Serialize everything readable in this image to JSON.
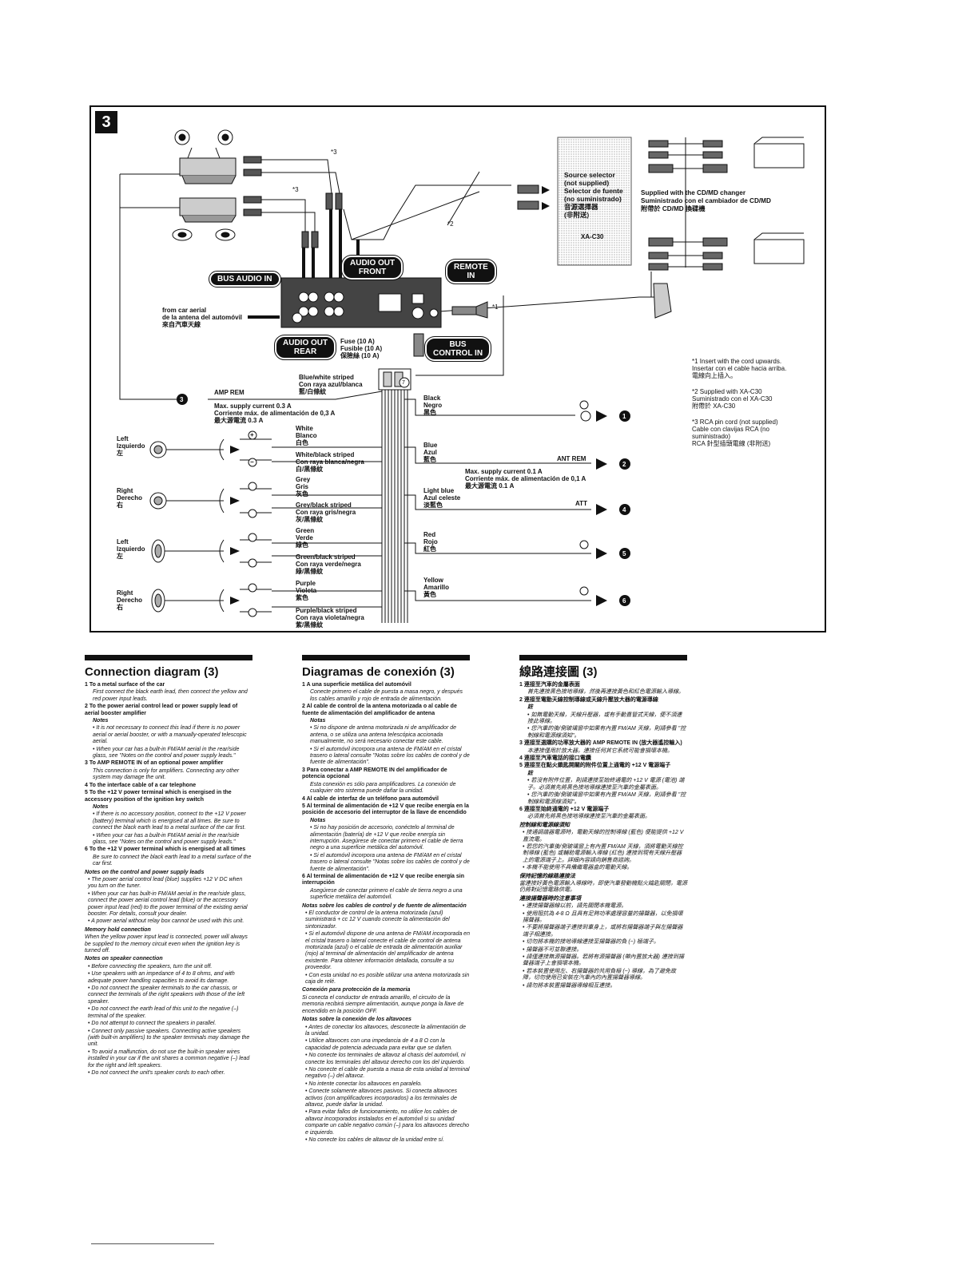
{
  "section": {
    "number": "3"
  },
  "diagram": {
    "pills": {
      "bus_audio_in": "BUS AUDIO IN",
      "audio_out_front": "AUDIO OUT\nFRONT",
      "remote_in": "REMOTE\nIN",
      "audio_out_rear": "AUDIO OUT\nREAR",
      "bus_control_in": "BUS\nCONTROL IN"
    },
    "aerial": "from car aerial\nde la antena del automóvil\n來自汽車天線",
    "fuse": "Fuse (10 A)\nFusible (10 A)\n保險絲 (10 A)",
    "source_selector": "Source selector\n(not supplied)\nSelector de fuente\n(no suministrado)\n音源選擇器\n(非附送)",
    "xa_c30": "XA-C30",
    "changer": "Supplied with the CD/MD changer\nSuministrado con el cambiador de CD/MD\n附帶於 CD/MD 換碟機",
    "marks": {
      "m1": "*1",
      "m2": "*2",
      "m3a": "*3",
      "m3b": "*3",
      "m7": "7"
    },
    "footnotes": [
      "*1 Insert with the cord upwards.\nInsertar con el cable hacia arriba.\n電線向上插入。",
      "*2 Supplied with XA-C30\nSuministrado con el XA-C30\n附帶於 XA-C30",
      "*3 RCA pin cord (not supplied)\nCable con clavijas RCA (no\nsuministrado)\nRCA 針型插頭電線 (非附送)"
    ],
    "amp_wire": "Blue/white striped\nCon raya azul/blanca\n藍/白條紋",
    "amp_rem": "AMP REM",
    "amp_supply": "Max. supply current 0.3 A\nCorriente máx. de alimentación de 0,3 A\n最大源電流 0.3 A",
    "speakers": [
      "Left\nIzquierdo\n左",
      "Right\nDerecho\n右",
      "Left\nIzquierdo\n左",
      "Right\nDerecho\n右"
    ],
    "speaker_wires": [
      "White\nBlanco\n白色",
      "White/black striped\nCon raya blanca/negra\n白/黑條紋",
      "Grey\nGris\n灰色",
      "Grey/black striped\nCon raya gris/negra\n灰/黑條紋",
      "Green\nVerde\n綠色",
      "Green/black striped\nCon raya verde/negra\n綠/黑條紋",
      "Purple\nVioleta\n紫色",
      "Purple/black striped\nCon raya violeta/negra\n紫/黑條紋"
    ],
    "plus": "+",
    "minus": "−",
    "right_wires": [
      "Black\nNegro\n黑色",
      "Blue\nAzul\n藍色",
      "Light blue\nAzul celeste\n淡藍色",
      "Red\nRojo\n紅色",
      "Yellow\nAmarillo\n黃色"
    ],
    "ant_rem": "ANT REM",
    "ant_supply": "Max. supply current 0.1 A\nCorriente máx. de alimentación de 0,1 A\n最大源電流 0.1 A",
    "att": "ATT",
    "circled": [
      "1",
      "2",
      "3",
      "4",
      "5",
      "6"
    ]
  },
  "english": {
    "title": "Connection diagram (3)",
    "lines": [
      {
        "k": "head",
        "t": "1 To a metal surface of the car"
      },
      {
        "k": "sub",
        "t": "First connect the black earth lead, then connect the yellow and red power input leads."
      },
      {
        "k": "head",
        "t": "2 To the power aerial control lead or power supply lead of aerial booster amplifier"
      },
      {
        "k": "note",
        "t": "Notes"
      },
      {
        "k": "sub",
        "t": "• It is not necessary to connect this lead if there is no power aerial or aerial booster, or with a manually-operated telescopic aerial."
      },
      {
        "k": "sub",
        "t": "• When your car has a built-in FM/AM aerial in the rear/side glass, see \"Notes on the control and power supply leads.\""
      },
      {
        "k": "head",
        "t": "3 To AMP REMOTE IN of an optional power amplifier"
      },
      {
        "k": "sub",
        "t": "This connection is only for amplifiers. Connecting any other system may damage the unit."
      },
      {
        "k": "head",
        "t": "4 To the interface cable of a car telephone"
      },
      {
        "k": "head",
        "t": "5 To the +12 V power terminal which is energised in the accessory position of the ignition key switch"
      },
      {
        "k": "note",
        "t": "Notes"
      },
      {
        "k": "sub",
        "t": "• If there is no accessory position, connect to the +12 V power (battery) terminal which is energised at all times. Be sure to connect the black earth lead to a metal surface of the car first."
      },
      {
        "k": "sub",
        "t": "• When your car has a built-in FM/AM aerial in the rear/side glass, see \"Notes on the control and power supply leads.\""
      },
      {
        "k": "head",
        "t": "6 To the +12 V power terminal which is energised at all times"
      },
      {
        "k": "sub",
        "t": "Be sure to connect the black earth lead to a metal surface of the car first."
      },
      {
        "k": "sec",
        "t": "Notes on the control and power supply leads"
      },
      {
        "k": "bul",
        "t": "• The power aerial control lead (blue) supplies +12 V DC when you turn on the tuner."
      },
      {
        "k": "bul",
        "t": "• When your car has built-in FM/AM aerial in the rear/side glass, connect the power aerial control lead (blue) or the accessory power input lead (red) to the power terminal of the existing aerial booster. For details, consult your dealer."
      },
      {
        "k": "bul",
        "t": "• A power aerial without relay box cannot be used with this unit."
      },
      {
        "k": "sec",
        "t": "Memory hold connection"
      },
      {
        "k": "txt",
        "t": "When the yellow power input lead is connected, power will always be supplied to the memory circuit even when the ignition key is turned off."
      },
      {
        "k": "sec",
        "t": "Notes on speaker connection"
      },
      {
        "k": "bul",
        "t": "• Before connecting the speakers, turn the unit off."
      },
      {
        "k": "bul",
        "t": "• Use speakers with an impedance of 4 to 8 ohms, and with adequate power handling capacities to avoid its damage."
      },
      {
        "k": "bul",
        "t": "• Do not connect the speaker terminals to the car chassis, or connect the terminals of the right speakers with those of the left speaker."
      },
      {
        "k": "bul",
        "t": "• Do not connect the earth lead of this unit to the negative (–) terminal of the speaker."
      },
      {
        "k": "bul",
        "t": "• Do not attempt to connect the speakers in parallel."
      },
      {
        "k": "bul",
        "t": "• Connect only passive speakers. Connecting active speakers (with built-in amplifiers) to the speaker terminals may damage the unit."
      },
      {
        "k": "bul",
        "t": "• To avoid a malfunction, do not use the built-in speaker wires installed in your car if the unit shares a common negative (–) lead for the right and left speakers."
      },
      {
        "k": "bul",
        "t": "• Do not connect the unit's speaker cords to each other."
      }
    ]
  },
  "spanish": {
    "title": "Diagramas de conexión (3)",
    "lines": [
      {
        "k": "head",
        "t": "1 A una superficie metálica del automóvil"
      },
      {
        "k": "sub",
        "t": "Conecte primero el cable de puesta a masa negro, y después los cables amarillo y rojo de entrada de alimentación."
      },
      {
        "k": "head",
        "t": "2 Al cable de control de la antena motorizada o al cable de fuente de alimentación del amplificador de antena"
      },
      {
        "k": "note",
        "t": "Notas"
      },
      {
        "k": "sub",
        "t": "• Si no dispone de antena motorizada ni de amplificador de antena, o se utiliza una antena telescópica accionada manualmente, no será necesario conectar este cable."
      },
      {
        "k": "sub",
        "t": "• Si el automóvil incorpora una antena de FM/AM en el cristal trasero o lateral consulte \"Notas sobre los cables de control y de fuente de alimentación\"."
      },
      {
        "k": "head",
        "t": "3 Para conectar a AMP REMOTE IN del amplificador de potencia opcional"
      },
      {
        "k": "sub",
        "t": "Esta conexión es sólo para amplificadores. La conexión de cualquier otro sistema puede dañar la unidad."
      },
      {
        "k": "head",
        "t": "4 Al cable de interfaz de un teléfono para automóvil"
      },
      {
        "k": "head",
        "t": "5 Al terminal de alimentación de +12 V que recibe energía en la posición de accesorio del interruptor de la llave de encendido"
      },
      {
        "k": "note",
        "t": "Notas"
      },
      {
        "k": "sub",
        "t": "• Si no hay posición de accesorio, conéctelo al terminal de alimentación (batería) de +12 V que recibe energía sin interrupción. Asegúrese de conectar primero el cable de tierra negro a una superficie metálica del automóvil."
      },
      {
        "k": "sub",
        "t": "• Si el automóvil incorpora una antena de FM/AM en el cristal trasero o lateral consulte \"Notas sobre los cables de control y de fuente de alimentación\"."
      },
      {
        "k": "head",
        "t": "6 Al terminal de alimentación de +12 V que recibe energía sin interrupción"
      },
      {
        "k": "sub",
        "t": "Asegúrese de conectar primero el cable de tierra negro a una superficie metálica del automóvil."
      },
      {
        "k": "sec",
        "t": "Notas sobre los cables de control y de fuente de alimentación"
      },
      {
        "k": "bul",
        "t": "• El conductor de control de la antena motorizada (azul) suministrará + cc 12 V cuando conecte la alimentación del sintonizador."
      },
      {
        "k": "bul",
        "t": "• Si el automóvil dispone de una antena de FM/AM incorporada en el cristal trasero o lateral conecte el cable de control de antena motorizada (azul) o el cable de entrada de alimentación auxiliar (rojo) al terminal de alimentación del amplificador de antena existente. Para obtener información detallada, consulte a su proveedor."
      },
      {
        "k": "bul",
        "t": "• Con esta unidad no es posible utilizar una antena motorizada sin caja de relé."
      },
      {
        "k": "sec",
        "t": "Conexión para protección de la memoria"
      },
      {
        "k": "txt",
        "t": "Si conecta el conductor de entrada amarillo, el circuito de la memoria recibirá siempre alimentación, aunque ponga la llave de encendido en la posición OFF."
      },
      {
        "k": "sec",
        "t": "Notas sobre la conexión de los altavoces"
      },
      {
        "k": "bul",
        "t": "• Antes de conectar los altavoces, desconecte la alimentación de la unidad."
      },
      {
        "k": "bul",
        "t": "• Utilice altavoces con una impedancia de 4 a 8 Ω con la capacidad de potencia adecuada para evitar que se dañen."
      },
      {
        "k": "bul",
        "t": "• No conecte los terminales de altavoz al chasis del automóvil, ni conecte los terminales del altavoz derecho con los del izquierdo."
      },
      {
        "k": "bul",
        "t": "• No conecte el cable de puesta a masa de esta unidad al terminal negativo (–) del altavoz."
      },
      {
        "k": "bul",
        "t": "• No intente conectar los altavoces en paralelo."
      },
      {
        "k": "bul",
        "t": "• Conecte solamente altavoces pasivos. Si conecta altavoces activos (con amplificadores incorporados) a los terminales de altavoz, puede dañar la unidad."
      },
      {
        "k": "bul",
        "t": "• Para evitar fallos de funcionamiento, no utilice los cables de altavoz incorporados instalados en el automóvil si su unidad comparte un cable negativo común (–) para los altavoces derecho e izquierdo."
      },
      {
        "k": "bul",
        "t": "• No conecte los cables de altavoz de la unidad entre sí."
      }
    ]
  },
  "chinese": {
    "title": "線路連接圖 (3)",
    "lines": [
      {
        "k": "head",
        "t": "1 連接至汽車的金屬表面"
      },
      {
        "k": "sub",
        "t": "首先連接黑色接地導線，然後再連接黃色和紅色電源輸入導線。"
      },
      {
        "k": "head",
        "t": "2 連接至電動天線控制導線或天線升壓放大器的電源導線"
      },
      {
        "k": "note",
        "t": "註"
      },
      {
        "k": "sub",
        "t": "• 如無電動天線，天線升壓器，或有手動直管式天線，便不須連接此導線。"
      },
      {
        "k": "sub",
        "t": "• 您汽車的後/側玻璃窗中如果有內置 FM/AM 天線，則請參看 \"控制線和電源線須知\"。"
      },
      {
        "k": "head",
        "t": "3 連接至選購的功率放大器的 AMP REMOTE IN (放大器遙控輸入)"
      },
      {
        "k": "sub",
        "t": "本連接僅用於放大器。連接任何其它系統可能會損壞本機。"
      },
      {
        "k": "head",
        "t": "4 連接至汽車電話的接口電纜"
      },
      {
        "k": "head",
        "t": "5 連接至在點火鎖匙開關的附件位置上通電的 +12 V 電源端子"
      },
      {
        "k": "note",
        "t": "註"
      },
      {
        "k": "sub",
        "t": "• 若沒有附件位置，則請連接至始終通電的 +12 V 電源 (電池) 端子。必須首先將黑色接地導線連接至汽車的金屬表面。"
      },
      {
        "k": "sub",
        "t": "• 您汽車的後/側玻璃窗中如果有內置 FM/AM 天線，則請參看 \"控制線和電源線須知\"。"
      },
      {
        "k": "head",
        "t": "6 連接至始終通電的 +12 V 電源端子"
      },
      {
        "k": "sub",
        "t": "必須首先將黑色接地導線連接至汽車的金屬表面。"
      },
      {
        "k": "sec",
        "t": "控制線和電源線須知"
      },
      {
        "k": "bul",
        "t": "• 接通調諧器電源時，電動天線的控制導線 (藍色) 便能提供 +12 V 直流電。"
      },
      {
        "k": "bul",
        "t": "• 若您的汽車後/側玻璃窗上有內置 FM/AM 天線，須將電動天線控制導線 (藍色) 或輔助電源輸入導線 (紅色) 連接到現有天線升壓器上的電源端子上。詳細內容請向銷售商諮詢。"
      },
      {
        "k": "bul",
        "t": "• 本機不能使用不具備繼電器盒的電動天線。"
      },
      {
        "k": "sec",
        "t": "保持記憶的線路連接法"
      },
      {
        "k": "txt",
        "t": "當連接好黃色電源輸入導線時，即使汽車發動機點火鑰匙關閉，電源仍將對記憶電路供電。"
      },
      {
        "k": "sec",
        "t": "連接揚聲器時的注意事項"
      },
      {
        "k": "bul",
        "t": "• 連接揚聲器線以前，請先關閉本機電源。"
      },
      {
        "k": "bul",
        "t": "• 使用阻抗為 4-8 Ω 且具有足夠功率處理容量的揚聲器，以免損壞揚聲器。"
      },
      {
        "k": "bul",
        "t": "• 不要將揚聲器端子連接到車身上，或將右揚聲器端子與左揚聲器端子相連接。"
      },
      {
        "k": "bul",
        "t": "• 切勿將本機的接地導線連接至揚聲器的負 (−) 極端子。"
      },
      {
        "k": "bul",
        "t": "• 揚聲器不可並聯連接。"
      },
      {
        "k": "bul",
        "t": "• 請僅連接無源揚聲器。若將有源揚聲器 (帶內置放大器) 連接到揚聲器端子上會損壞本機。"
      },
      {
        "k": "bul",
        "t": "• 若本裝置使用左、右揚聲器的共用負極 (−) 導線，為了避免故障，切勿使用已安裝在汽車內的內置揚聲器導線。"
      },
      {
        "k": "bul",
        "t": "• 請勿將本裝置揚聲器導線相互連接。"
      }
    ]
  }
}
